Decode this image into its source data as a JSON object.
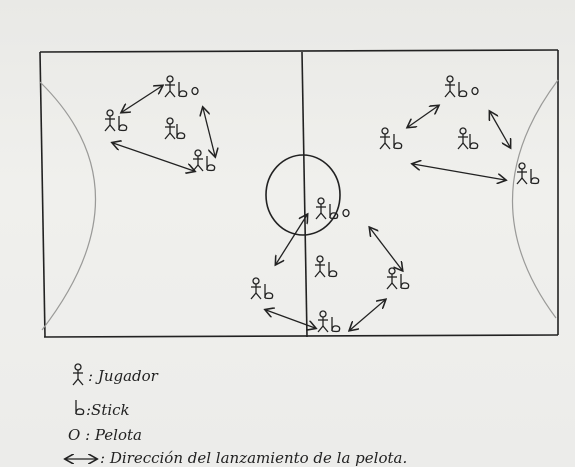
{
  "legend": {
    "player": ": Jugador",
    "stick": ":Stick",
    "ball": "O : Pelota",
    "arrow": ": Dirección del lanzamiento de la pelota."
  },
  "diagram": {
    "player_glyph": "웃",
    "stick_glyph": "b",
    "ball_glyph": "o"
  },
  "colors": {
    "ink": "#222222",
    "paper": "#ececea",
    "pencil": "#9a9a98"
  }
}
